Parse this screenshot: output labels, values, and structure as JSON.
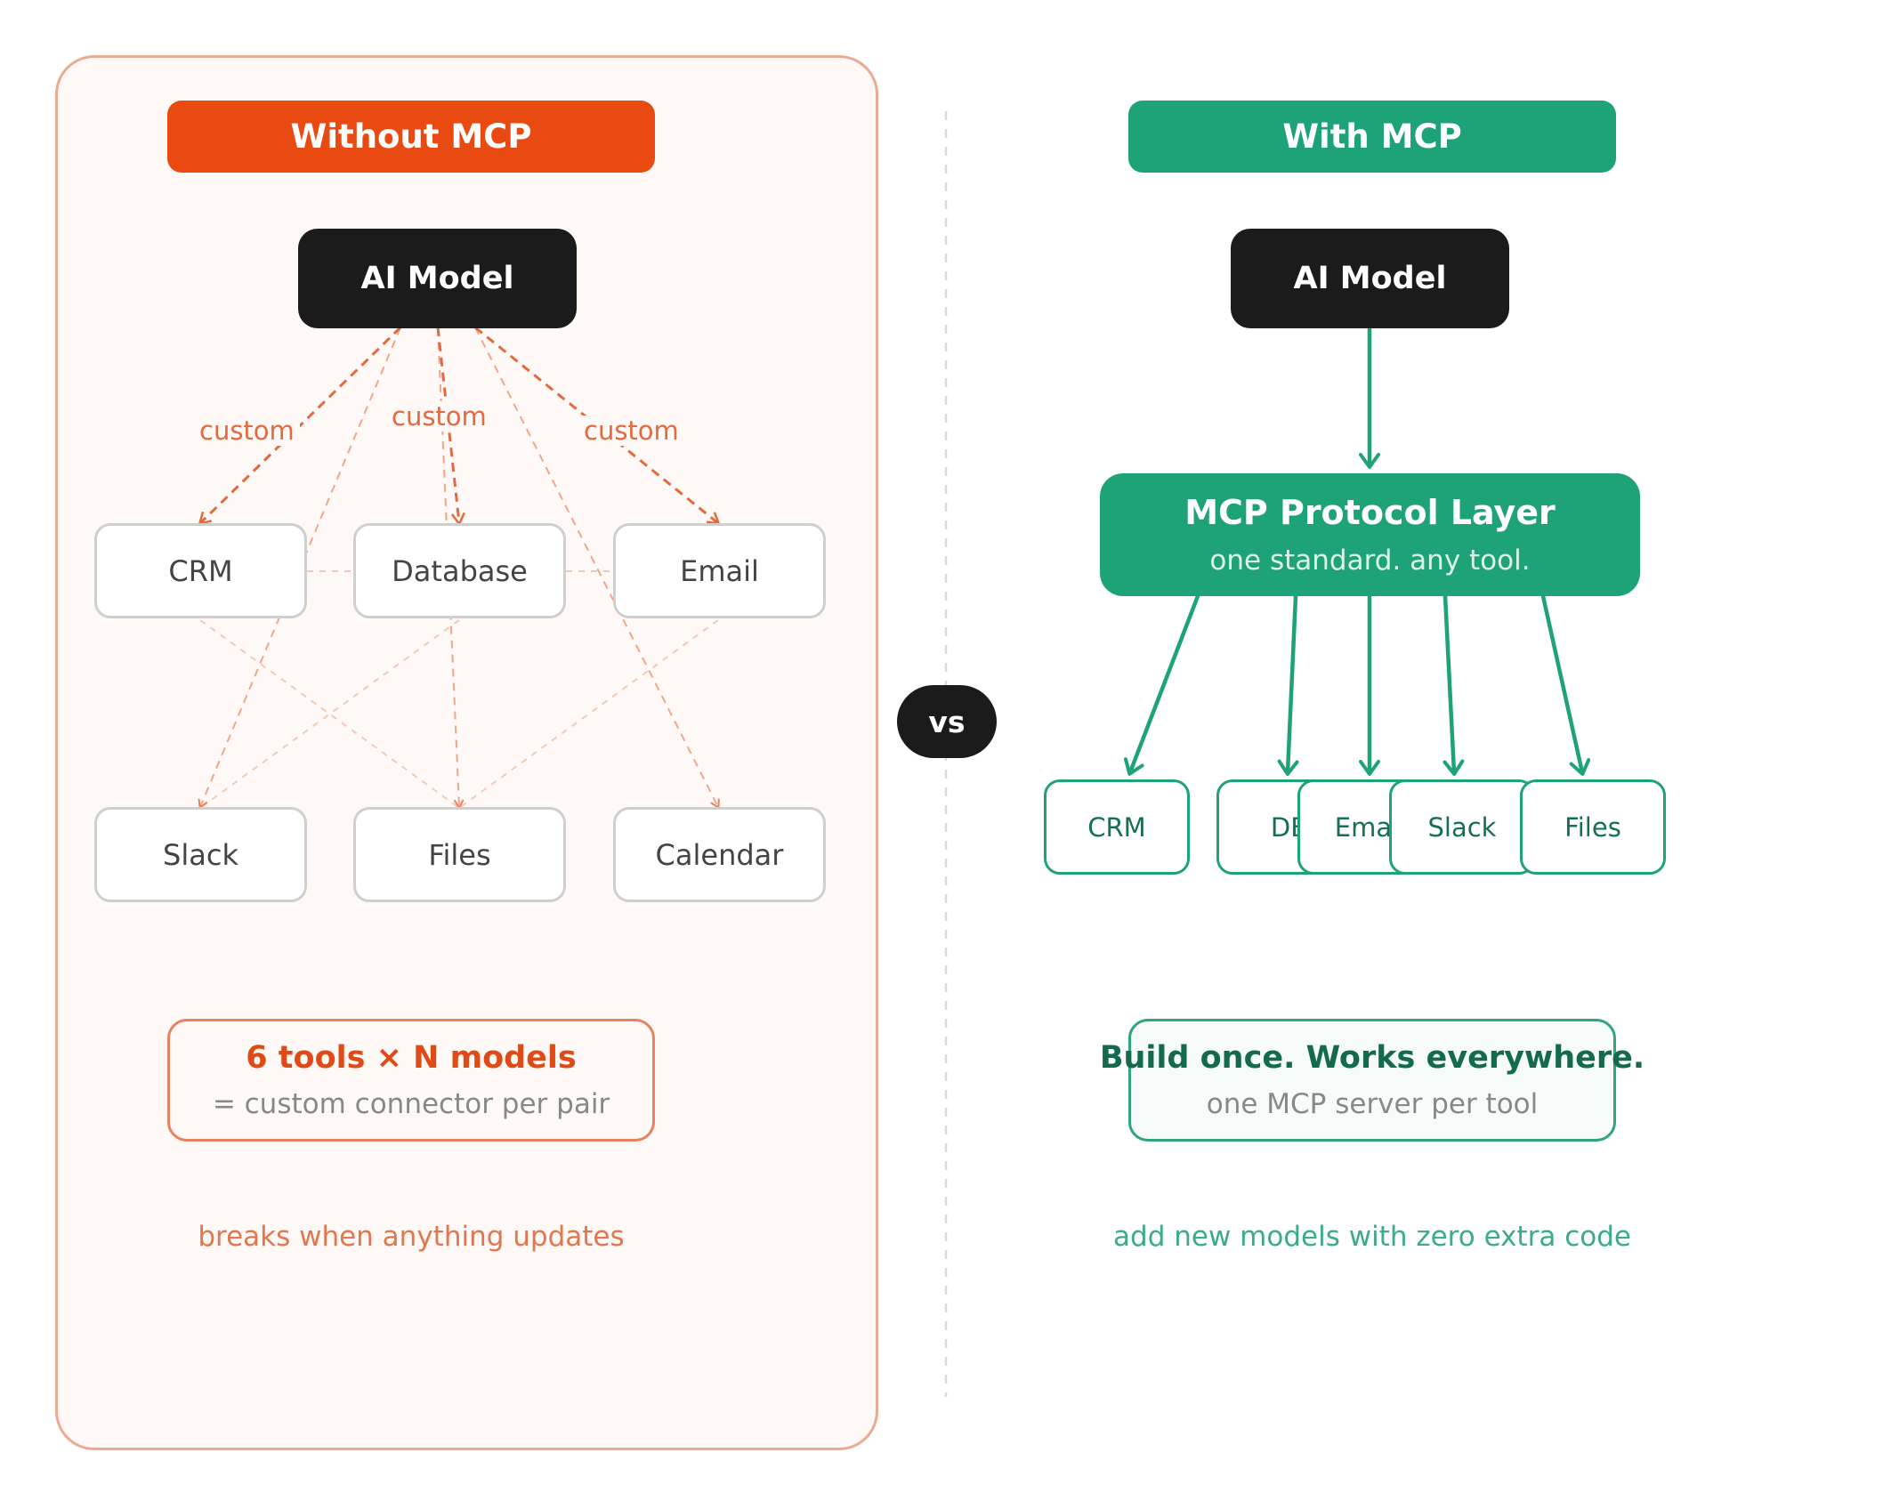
{
  "left": {
    "title": "Without MCP",
    "model": "AI Model",
    "custom_labels": [
      "custom",
      "custom",
      "custom"
    ],
    "tools": [
      "CRM",
      "Database",
      "Email",
      "Slack",
      "Files",
      "Calendar"
    ],
    "note_title": "6 tools × N models",
    "note_sub": "= custom connector per pair",
    "footer": "breaks when anything updates"
  },
  "vs": "vs",
  "right": {
    "title": "With MCP",
    "model": "AI Model",
    "layer_title": "MCP Protocol Layer",
    "layer_sub": "one standard. any tool.",
    "tools": [
      "CRM",
      "DB",
      "Email",
      "Slack",
      "Files"
    ],
    "note_title": "Build once. Works everywhere.",
    "note_sub": "one MCP server per tool",
    "footer": "add new models with zero extra code"
  },
  "colors": {
    "red_accent": "#e84a12",
    "green_accent": "#1ea277",
    "dark": "#1b1b1b"
  }
}
